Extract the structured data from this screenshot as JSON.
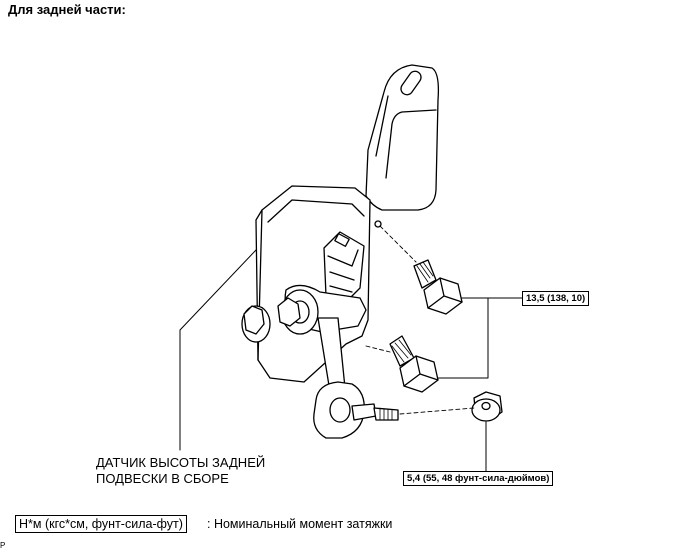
{
  "header": {
    "title": "Для задней части:"
  },
  "part": {
    "label_line1": "ДАТЧИК ВЫСОТЫ ЗАДНЕЙ",
    "label_line2": "ПОДВЕСКИ В СБОРЕ"
  },
  "torques": {
    "bolts": "13,5 (138, 10)",
    "nut": "5,4 (55, 48 фунт-сила-дюймов)"
  },
  "legend": {
    "units": "Н*м (кгс*см, фунт-сила-фут)",
    "description": ": Номинальный момент затяжки"
  },
  "corner_mark": "P"
}
